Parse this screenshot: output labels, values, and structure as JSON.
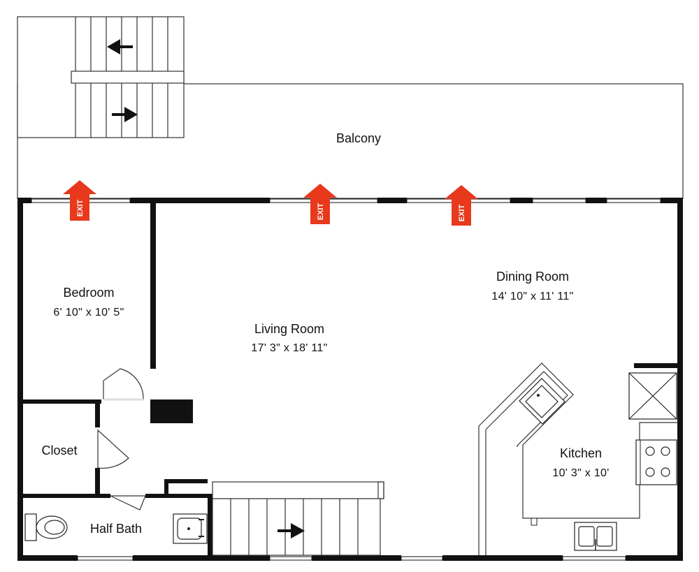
{
  "colors": {
    "wall": "#111111",
    "exit": "#e8391d",
    "window": "#ffffff"
  },
  "rooms": {
    "balcony": {
      "name": "Balcony"
    },
    "bedroom": {
      "name": "Bedroom",
      "dims": "6' 10\" x 10' 5\""
    },
    "living_room": {
      "name": "Living Room",
      "dims": "17' 3\" x 18' 11\""
    },
    "dining_room": {
      "name": "Dining Room",
      "dims": "14' 10\" x 11' 11\""
    },
    "kitchen": {
      "name": "Kitchen",
      "dims": "10' 3\" x 10'"
    },
    "closet": {
      "name": "Closet"
    },
    "half_bath": {
      "name": "Half Bath"
    }
  },
  "exits": [
    {
      "label": "EXIT"
    },
    {
      "label": "EXIT"
    },
    {
      "label": "EXIT"
    }
  ],
  "icons": [
    "exit-arrow-icon",
    "stair-arrow-icon",
    "toilet-icon",
    "sink-icon",
    "stove-icon",
    "door-swing-icon"
  ]
}
